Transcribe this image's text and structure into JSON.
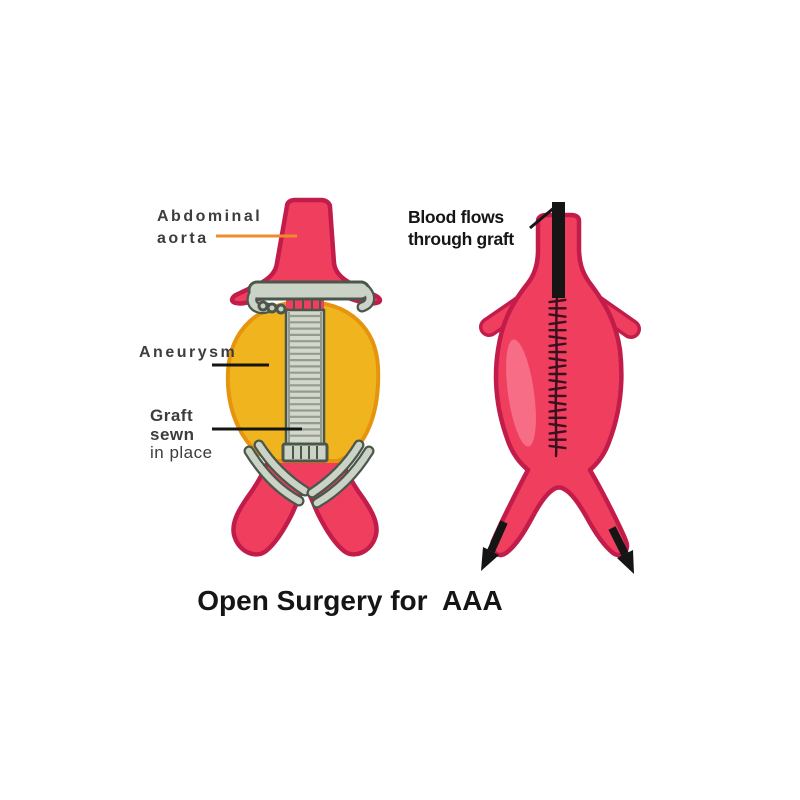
{
  "figure": {
    "title": "Open Surgery for  AAA",
    "left_panel": {
      "labels": {
        "abdominal_aorta": {
          "line1": "Abdominal",
          "line2": "aorta"
        },
        "aneurysm": "Aneurysm",
        "graft": {
          "line1": "Graft",
          "line2": "sewn",
          "line3": "in place"
        }
      }
    },
    "right_panel": {
      "labels": {
        "blood_flow": {
          "line1": "Blood flows",
          "line2": "through graft"
        }
      }
    },
    "colors": {
      "artery_red": "#ef3e5e",
      "artery_outline": "#c21c4a",
      "artery_highlight": "#f8758d",
      "aneurysm_yellow": "#efb41e",
      "aneurysm_outline": "#e6940d",
      "graft_gray": "#d3d7cc",
      "graft_rib": "#939c8e",
      "clamp_gray": "#cbd2c6",
      "clamp_outline": "#4c574c",
      "label_gray": "#3d3d3d",
      "leader_orange": "#ee8c2d",
      "suture_dark": "#3a0f1f",
      "ink_black": "#151515"
    }
  }
}
